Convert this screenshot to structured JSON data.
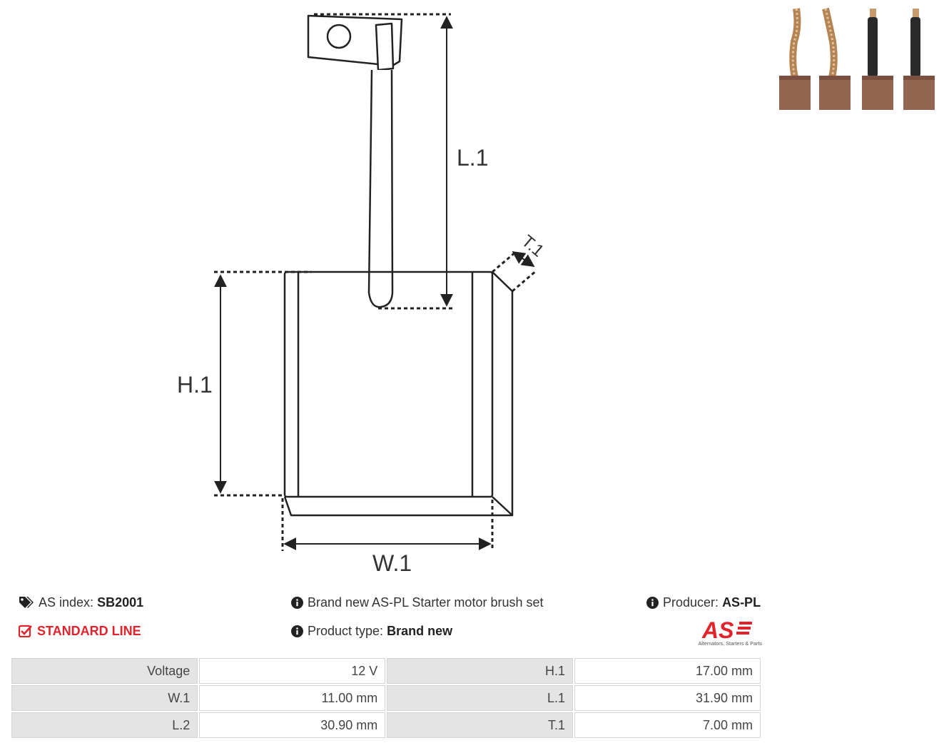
{
  "diagram": {
    "labels": {
      "l1": "L.1",
      "h1": "H.1",
      "w1": "W.1",
      "t1": "T.1"
    }
  },
  "photo": {
    "brush_count": 4
  },
  "info": {
    "as_index_label": "AS index:",
    "as_index_value": "SB2001",
    "line_label": "STANDARD LINE",
    "description": "Brand new AS-PL Starter motor brush set",
    "product_type_label": "Product type:",
    "product_type_value": "Brand new",
    "producer_label": "Producer:",
    "producer_value": "AS-PL"
  },
  "logo": {
    "mark": "AS",
    "tagline": "Alternators, Starters & Parts"
  },
  "specs": [
    {
      "label": "Voltage",
      "value": "12 V",
      "label2": "H.1",
      "value2": "17.00 mm"
    },
    {
      "label": "W.1",
      "value": "11.00 mm",
      "label2": "L.1",
      "value2": "31.90 mm"
    },
    {
      "label": "L.2",
      "value": "30.90 mm",
      "label2": "T.1",
      "value2": "7.00 mm"
    }
  ],
  "colors": {
    "accent": "#e3232b",
    "label_bg": "#e4e4e4",
    "border": "#d4d4d4"
  }
}
